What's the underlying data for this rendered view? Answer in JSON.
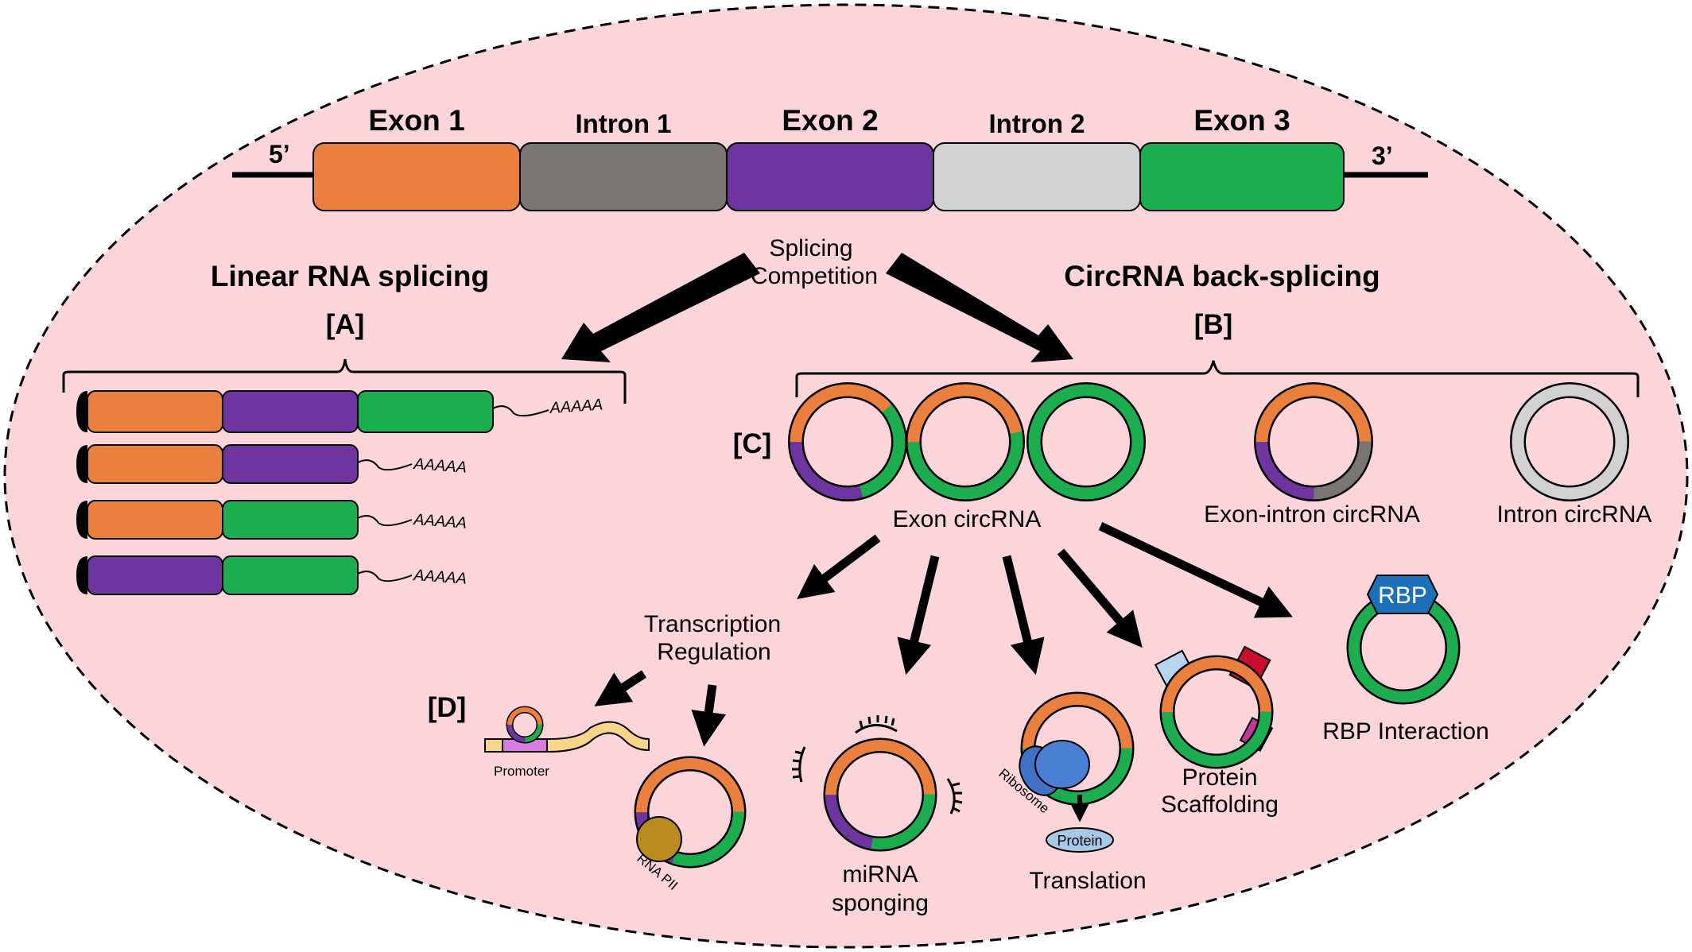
{
  "gene": {
    "five_prime": "5’",
    "three_prime": "3’",
    "exon1": "Exon 1",
    "intron1": "Intron 1",
    "exon2": "Exon 2",
    "intron2": "Intron 2",
    "exon3": "Exon 3"
  },
  "splicing": {
    "competition_line1": "Splicing",
    "competition_line2": "Competition",
    "linear_title": "Linear RNA splicing",
    "circ_title": "CircRNA back-splicing"
  },
  "labels": {
    "a": "[A]",
    "b": "[B]",
    "c": "[C]",
    "d": "[D]"
  },
  "linear": {
    "poly_a": "AAAAA"
  },
  "circ_types": {
    "exon": "Exon circRNA",
    "exon_intron": "Exon-intron circRNA",
    "intron": "Intron circRNA"
  },
  "functions": {
    "transcription_line1": "Transcription",
    "transcription_line2": "Regulation",
    "promoter": "Promoter",
    "rna_pii": "RNA PII",
    "mirna_line1": "miRNA",
    "mirna_line2": "sponging",
    "ribosome": "Ribosome",
    "protein": "Protein",
    "translation": "Translation",
    "scaffold_line1": "Protein",
    "scaffold_line2": "Scaffolding",
    "rbp": "RBP",
    "rbp_interaction": "RBP Interaction"
  },
  "colors": {
    "background": "#fcd5da",
    "exon1": "#eb803e",
    "intron1": "#797573",
    "exon2": "#6e35a0",
    "intron2": "#d2d1d1",
    "exon3": "#1cae4e",
    "rbp": "#1d70b7",
    "ribosome": "#3f72c6",
    "protein": "#a8c8e8",
    "rna_pii": "#b88c1e",
    "promoter": "#d97be0",
    "dna_strand": "#f9d58a",
    "scaffold_red": "#c8102e",
    "scaffold_magenta": "#c0399a",
    "scaffold_blue": "#b7d6ee"
  },
  "icons": [
    "mirna-icon",
    "arrow-icon",
    "bracket-icon"
  ]
}
